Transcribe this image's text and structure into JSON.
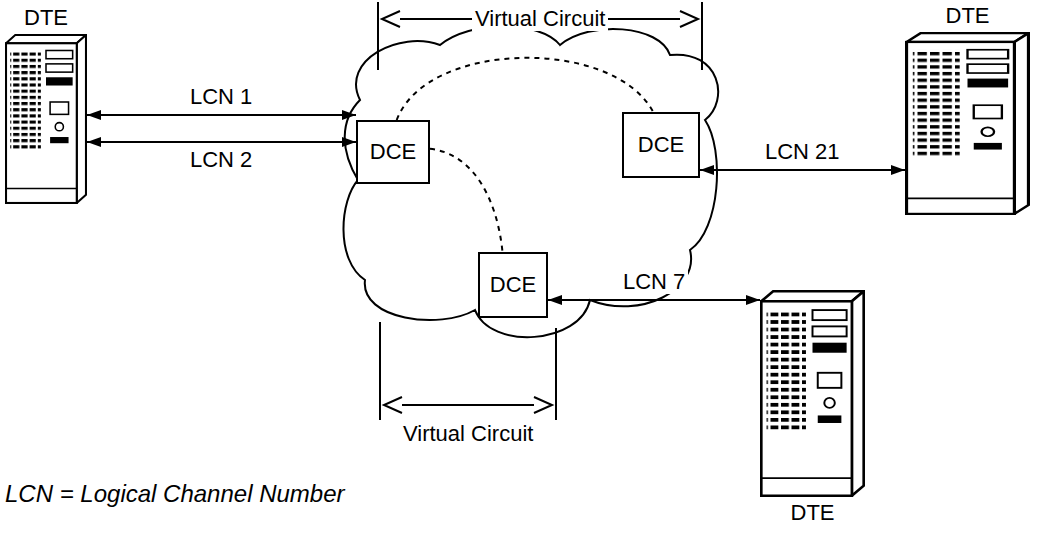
{
  "diagram": {
    "nodes": [
      {
        "text": [
          "DTE"
        ]
      },
      {
        "text": [
          "DCE"
        ]
      },
      {
        "text": [
          "DCE"
        ]
      },
      {
        "text": [
          "DTE"
        ]
      },
      {
        "text": [
          "DCE"
        ]
      },
      {
        "text": [
          "DTE"
        ]
      }
    ],
    "edges": [
      {
        "from": 0,
        "to": 1,
        "arrow": "both",
        "label": "LCN 1"
      },
      {
        "from": 0,
        "to": 1,
        "arrow": "both",
        "label": "LCN 2"
      },
      {
        "from": 2,
        "to": 3,
        "arrow": "both",
        "label": "LCN 21"
      },
      {
        "from": 4,
        "to": 5,
        "arrow": "both",
        "label": "LCN 7"
      },
      {
        "from": 1,
        "to": 2,
        "arrow": "none"
      },
      {
        "from": 1,
        "to": 4,
        "arrow": "none"
      }
    ],
    "labels": [
      "Virtual Circuit",
      "Virtual Circuit",
      "LCN = Logical Channel Number"
    ]
  }
}
